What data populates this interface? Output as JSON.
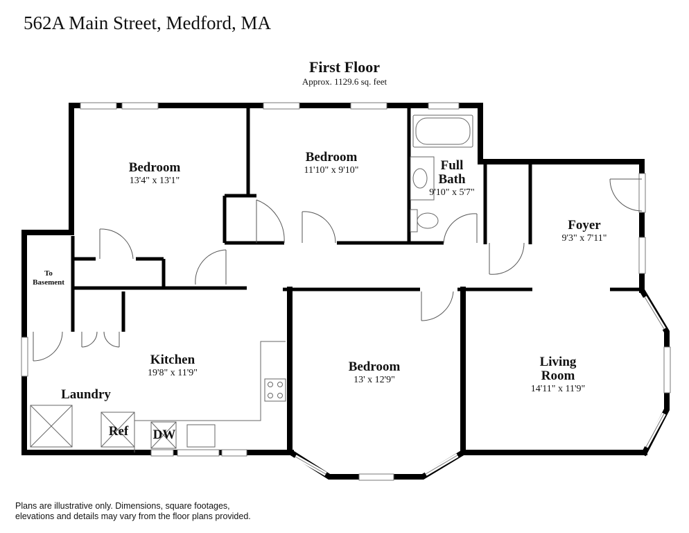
{
  "header": {
    "address": "562A Main Street, Medford, MA",
    "floor_title": "First Floor",
    "floor_sqft": "Approx. 1129.6 sq. feet"
  },
  "rooms": {
    "bedroom_nw": {
      "name": "Bedroom",
      "dims": "13'4\" x 13'1\""
    },
    "bedroom_n": {
      "name": "Bedroom",
      "dims": "11'10\" x 9'10\""
    },
    "full_bath": {
      "name_line1": "Full",
      "name_line2": "Bath",
      "dims": "9'10\" x 5'7\""
    },
    "foyer": {
      "name": "Foyer",
      "dims": "9'3\" x 7'11\""
    },
    "to_basement": {
      "line1": "To",
      "line2": "Basement"
    },
    "kitchen": {
      "name": "Kitchen",
      "dims": "19'8\" x 11'9\""
    },
    "laundry": {
      "name": "Laundry"
    },
    "ref": {
      "label": "Ref"
    },
    "dw": {
      "label": "DW"
    },
    "bedroom_s": {
      "name": "Bedroom",
      "dims": "13' x 12'9\""
    },
    "living_room": {
      "name_line1": "Living",
      "name_line2": "Room",
      "dims": "14'11\" x 11'9\""
    }
  },
  "disclaimer": {
    "line1": "Plans are illustrative only. Dimensions, square footages,",
    "line2": "elevations and details may vary from the floor plans provided."
  }
}
